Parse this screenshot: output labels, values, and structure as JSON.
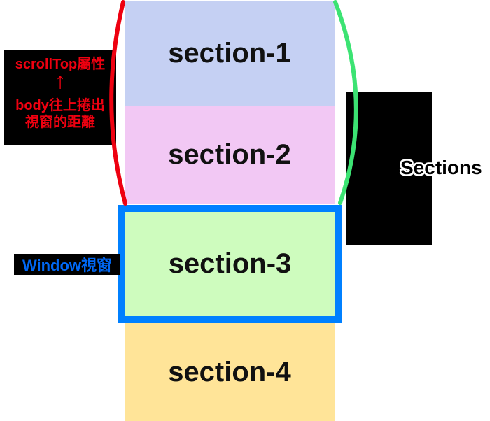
{
  "sections": [
    {
      "label": "section-1",
      "color": "#c5d0f3"
    },
    {
      "label": "section-2",
      "color": "#f2c8f4"
    },
    {
      "label": "section-3",
      "color": "#cefcbe",
      "border_color": "#0080ff"
    },
    {
      "label": "section-4",
      "color": "#ffe498"
    }
  ],
  "scrolltop_note": {
    "line1": "scrollTop屬性",
    "arrow": "↑",
    "line2": "body往上捲出",
    "line3": "視窗的距離",
    "text_color": "#ee0010",
    "box_color": "#000000"
  },
  "window_note": {
    "text": "Window視窗",
    "text_color": "#0068f5",
    "box_color": "#000000"
  },
  "sections_note": {
    "text": "Sections",
    "text_color": "#000000",
    "outline_color": "#ffffff",
    "box_color": "#000000"
  },
  "braces": {
    "left_color": "#ee0010",
    "right_color": "#3ce373"
  }
}
